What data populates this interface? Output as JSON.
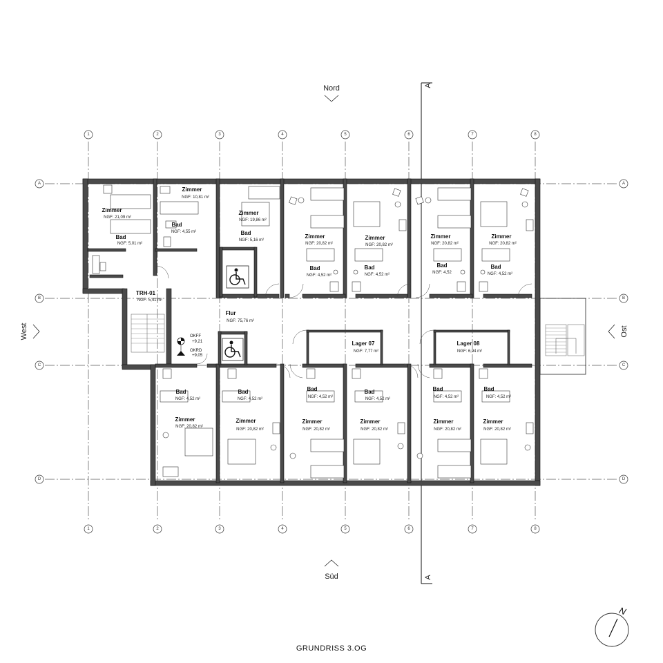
{
  "directions": {
    "north": "Nord",
    "south": "Süd",
    "west": "West",
    "east": "Ost"
  },
  "section_mark": "A",
  "grid_columns": [
    "1",
    "2",
    "3",
    "4",
    "5",
    "6",
    "7",
    "8"
  ],
  "grid_rows": [
    "A",
    "B",
    "C",
    "D"
  ],
  "rooms": {
    "r1": {
      "name": "Zimmer",
      "area": "NGF: 21,09 m²"
    },
    "r2": {
      "name": "Zimmer",
      "area": "NGF: 10,81 m²"
    },
    "r3": {
      "name": "Zimmer",
      "area": "NGF: 19,86 m²"
    },
    "r4": {
      "name": "Zimmer",
      "area": "NGF: 20,82 m²"
    },
    "r5": {
      "name": "Zimmer",
      "area": "NGF: 20,82 m²"
    },
    "r6": {
      "name": "Zimmer",
      "area": "NGF: 20,82 m²"
    },
    "r7": {
      "name": "Zimmer",
      "area": "NGF: 20,82 m²"
    },
    "b1": {
      "name": "Bad",
      "area": "NGF: 5,01 m²"
    },
    "b2": {
      "name": "Bad",
      "area": "NGF: 4,55 m²"
    },
    "b3": {
      "name": "Bad",
      "area": "NGF: 5,16 m²"
    },
    "b4": {
      "name": "Bad",
      "area": "NGF: 4,52 m²"
    },
    "b5": {
      "name": "Bad",
      "area": "NGF: 4,52 m²"
    },
    "b6": {
      "name": "Bad",
      "area": "NGF: 4,52"
    },
    "b7": {
      "name": "Bad",
      "area": "NGF: 4,52 m²"
    },
    "trh": {
      "name": "TRH-01",
      "area": "NGF: 5,41 m²"
    },
    "flur": {
      "name": "Flur",
      "area": "NGF: 75,76 m²"
    },
    "lager7": {
      "name": "Lager 07",
      "area": "NGF: 7,77 m²"
    },
    "lager8": {
      "name": "Lager 08",
      "area": "NGF: 6,94 m²"
    },
    "sb1": {
      "name": "Bad",
      "area": "NGF: 4,52 m²"
    },
    "sb2": {
      "name": "Bad",
      "area": "NGF: 4,52 m²"
    },
    "sb3": {
      "name": "Bad",
      "area": "NGF: 4,52 m²"
    },
    "sb4": {
      "name": "Bad",
      "area": "NGF: 4,52 m²"
    },
    "sb5": {
      "name": "Bad",
      "area": "NGF: 4,52 m²"
    },
    "sb6": {
      "name": "Bad",
      "area": "NGF: 4,52 m²"
    },
    "sz1": {
      "name": "Zimmer",
      "area": "NGF: 20,82 m²"
    },
    "sz2": {
      "name": "Zimmer",
      "area": "NGF: 20,82 m²"
    },
    "sz3": {
      "name": "Zimmer",
      "area": "NGF: 20,82 m²"
    },
    "sz4": {
      "name": "Zimmer",
      "area": "NGF: 20,82 m²"
    },
    "sz5": {
      "name": "Zimmer",
      "area": "NGF: 20,82 m²"
    },
    "sz6": {
      "name": "Zimmer",
      "area": "NGF: 20,82 m²"
    }
  },
  "levels": {
    "okff_label": "OKFF",
    "okff_value": "+9,21",
    "okrd_label": "OKRD",
    "okrd_value": "+9,05"
  },
  "title": "GRUNDRISS   3.OG",
  "north_arrow_letter": "N"
}
